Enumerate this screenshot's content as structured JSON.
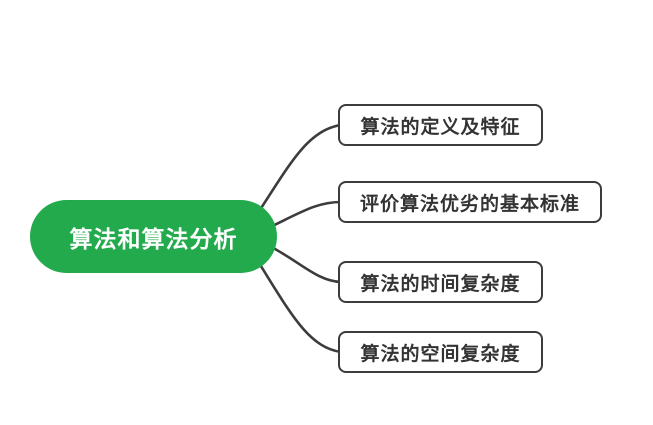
{
  "diagram": {
    "type": "mindmap",
    "background_color": "#ffffff",
    "root": {
      "label": "算法和算法分析",
      "fill_color": "#22AA4D",
      "text_color": "#ffffff"
    },
    "branches": [
      {
        "label": "算法的定义及特征"
      },
      {
        "label": "评价算法优劣的基本标准"
      },
      {
        "label": "算法的时间复杂度"
      },
      {
        "label": "算法的空间复杂度"
      }
    ],
    "connector_color": "#3c3c3c",
    "node_border_color": "#3c3c3c",
    "node_text_color": "#333333"
  }
}
